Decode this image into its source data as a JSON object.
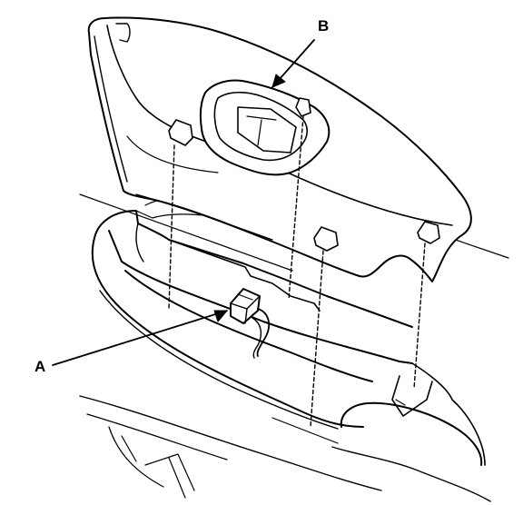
{
  "diagram": {
    "callouts": [
      {
        "id": "A",
        "label": "A"
      },
      {
        "id": "B",
        "label": "B"
      }
    ],
    "line_color": "#000000",
    "background_color": "#ffffff"
  }
}
